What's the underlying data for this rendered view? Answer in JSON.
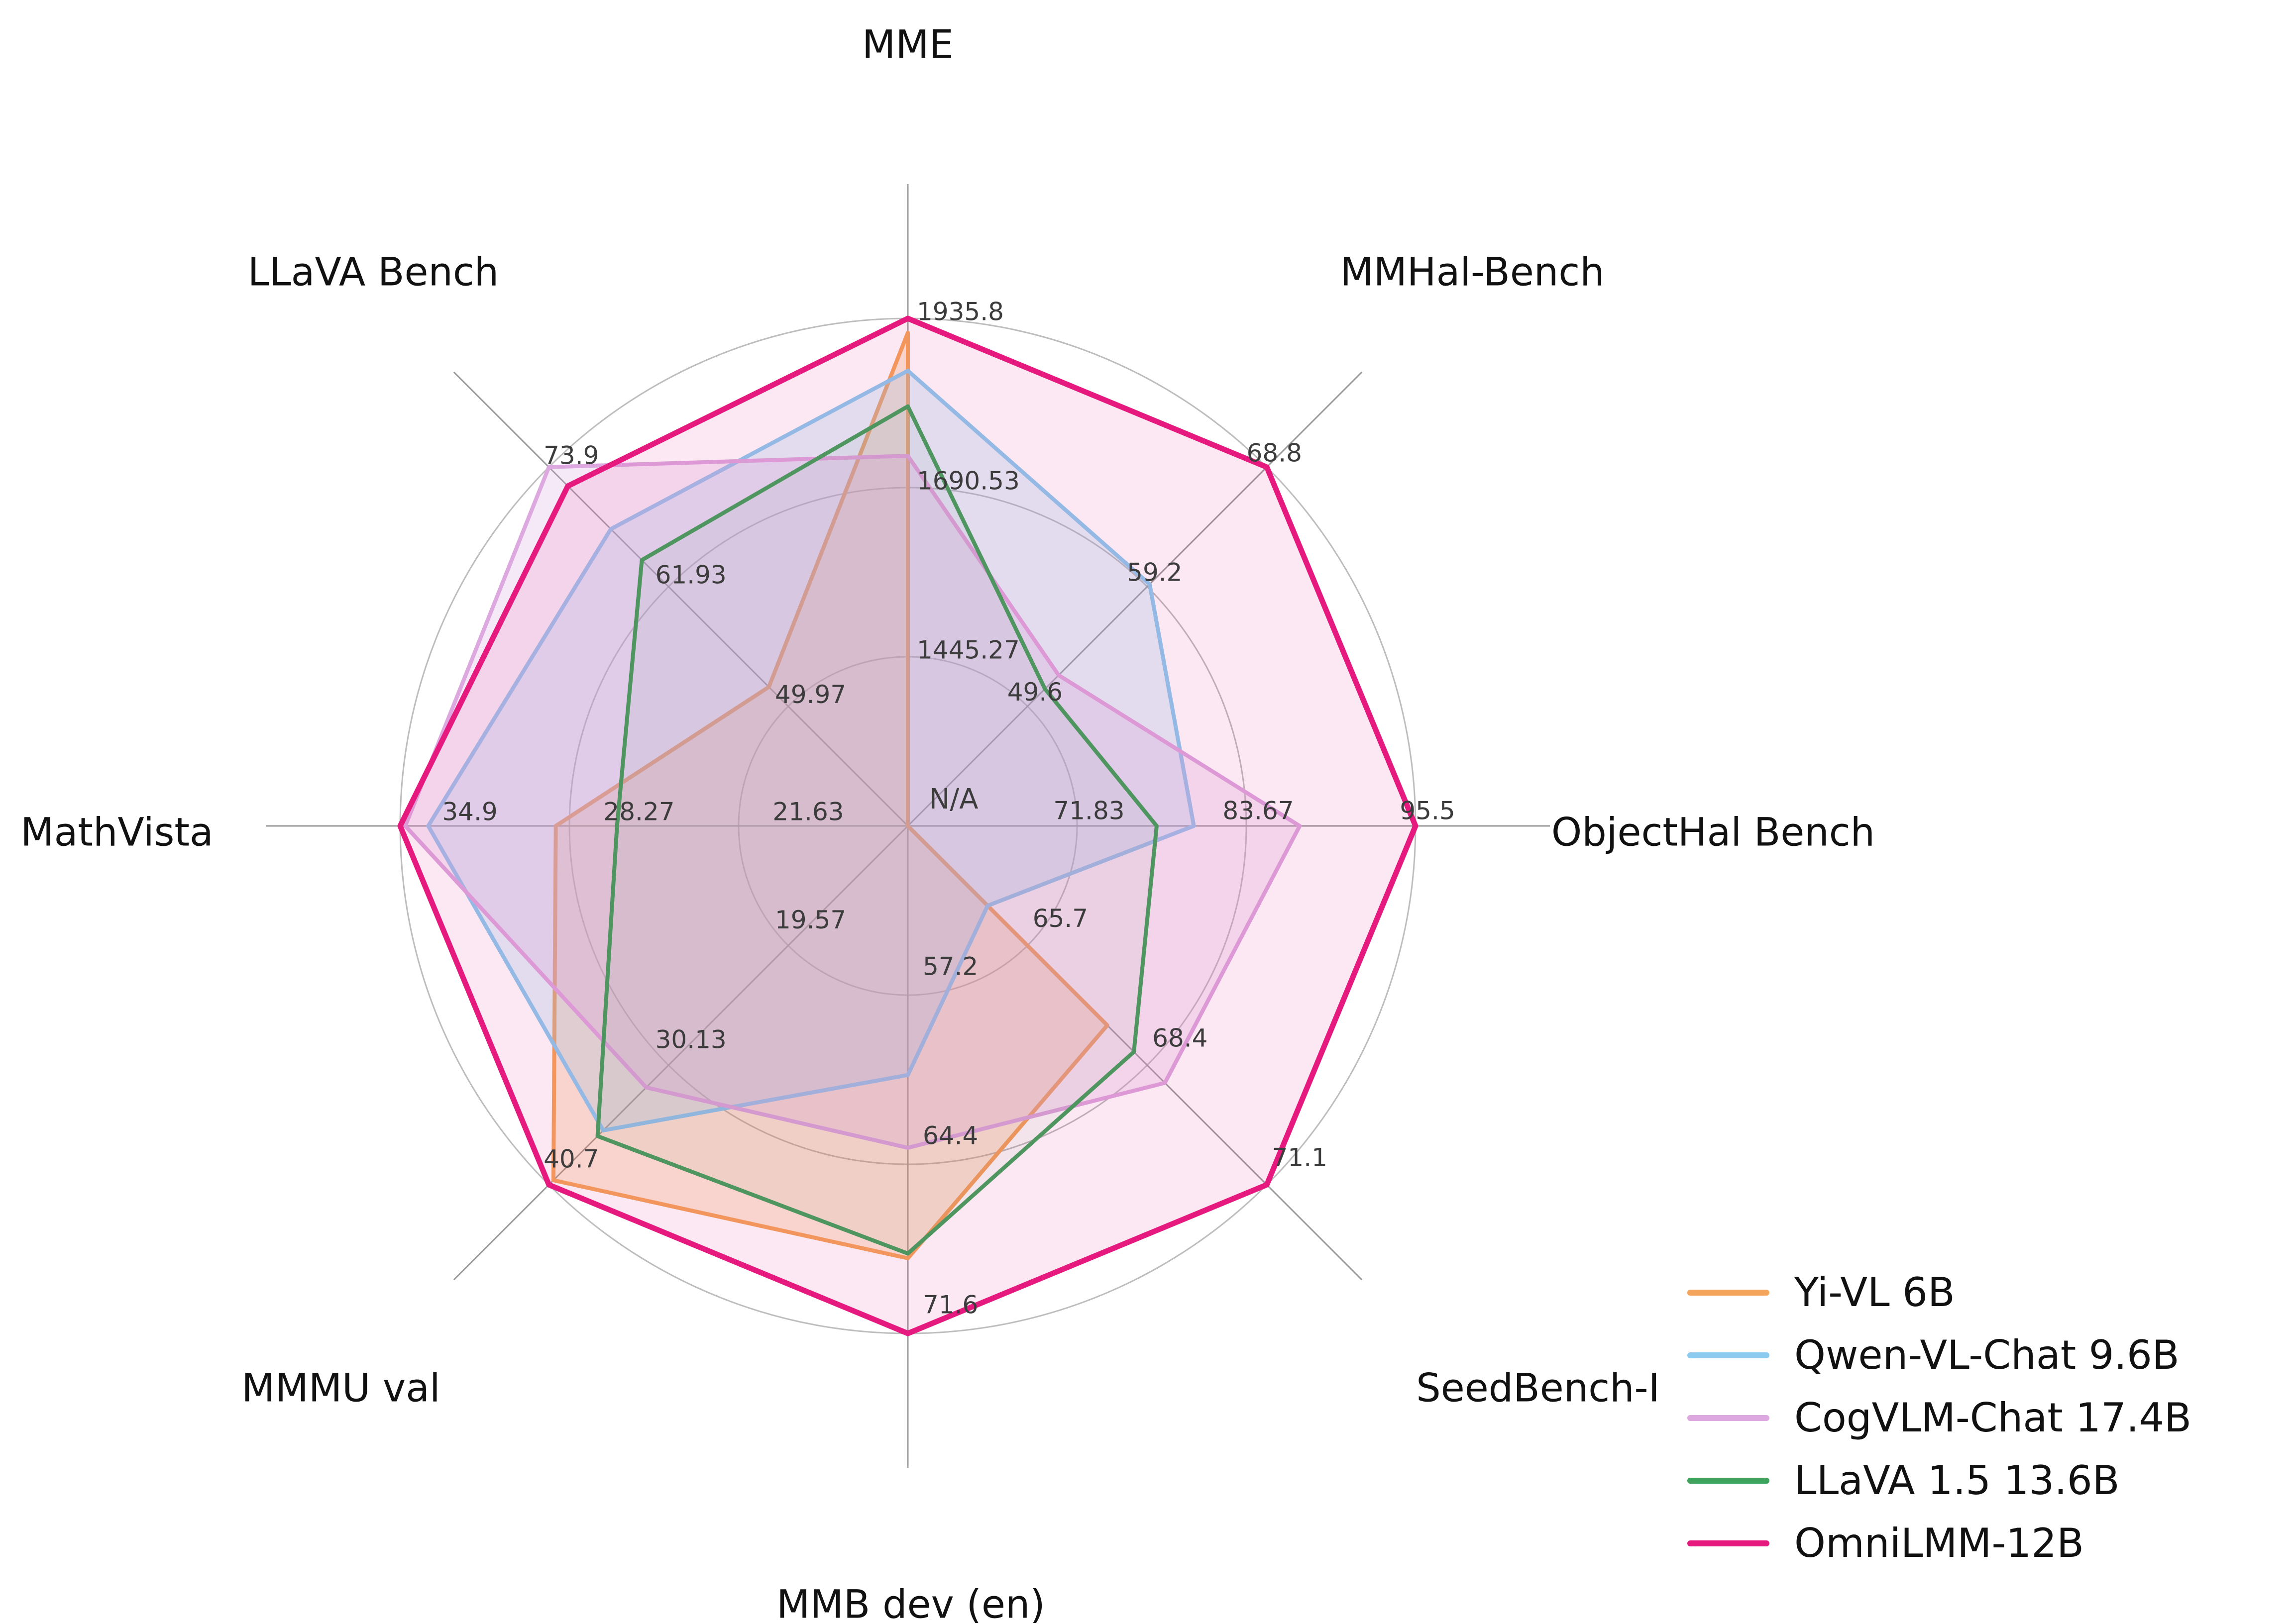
{
  "chart_data": {
    "type": "radar",
    "grid": true,
    "legend_position": "bottom-right",
    "center_label": "N/A",
    "colors": {
      "grid": "#bdbdbd",
      "spoke": "#9a9a9a",
      "tick_label": "#3c3c3c",
      "axis_title": "#111111"
    },
    "axes": [
      {
        "label": "MME",
        "min": 1200.0,
        "ticks": [
          1445.27,
          1690.53,
          1935.8
        ]
      },
      {
        "label": "MMHal-Bench",
        "min": 40.0,
        "ticks": [
          49.6,
          59.2,
          68.8
        ]
      },
      {
        "label": "ObjectHal Bench",
        "min": 60.0,
        "ticks": [
          71.83,
          83.67,
          95.5
        ]
      },
      {
        "label": "SeedBench-I",
        "min": 63.0,
        "ticks": [
          65.7,
          68.4,
          71.1
        ]
      },
      {
        "label": "MMB dev (en)",
        "min": 50.0,
        "ticks": [
          57.2,
          64.4,
          71.6
        ]
      },
      {
        "label": "MMMU val",
        "min": 9.0,
        "ticks": [
          19.57,
          30.13,
          40.7
        ]
      },
      {
        "label": "MathVista",
        "min": 15.0,
        "ticks": [
          21.63,
          28.27,
          34.9
        ]
      },
      {
        "label": "LLaVA Bench",
        "min": 38.0,
        "ticks": [
          49.97,
          61.93,
          73.9
        ]
      }
    ],
    "series": [
      {
        "name": "Yi-VL 6B",
        "color": "#F5A45B",
        "values": [
          1915.1,
          null,
          null,
          67.5,
          68.4,
          40.3,
          28.8,
          51.9
        ]
      },
      {
        "name": "Qwen-VL-Chat 9.6B",
        "color": "#8CCBF0",
        "values": [
          1860.0,
          59.4,
          80.0,
          64.8,
          60.6,
          35.9,
          33.8,
          67.7
        ]
      },
      {
        "name": "CogVLM-Chat 17.4B",
        "color": "#DCA8DF",
        "values": [
          1736.6,
          52.1,
          87.4,
          68.8,
          63.7,
          32.1,
          34.7,
          73.9
        ]
      },
      {
        "name": "LLaVA 1.5 13.6B",
        "color": "#3EA35C",
        "values": [
          1808.4,
          51.0,
          77.4,
          68.1,
          68.2,
          36.4,
          26.4,
          64.6
        ]
      },
      {
        "name": "OmniLMM-12B",
        "color": "#E6197E",
        "values": [
          1935.8,
          68.8,
          95.5,
          71.1,
          71.6,
          40.7,
          34.9,
          72.0
        ]
      }
    ]
  }
}
